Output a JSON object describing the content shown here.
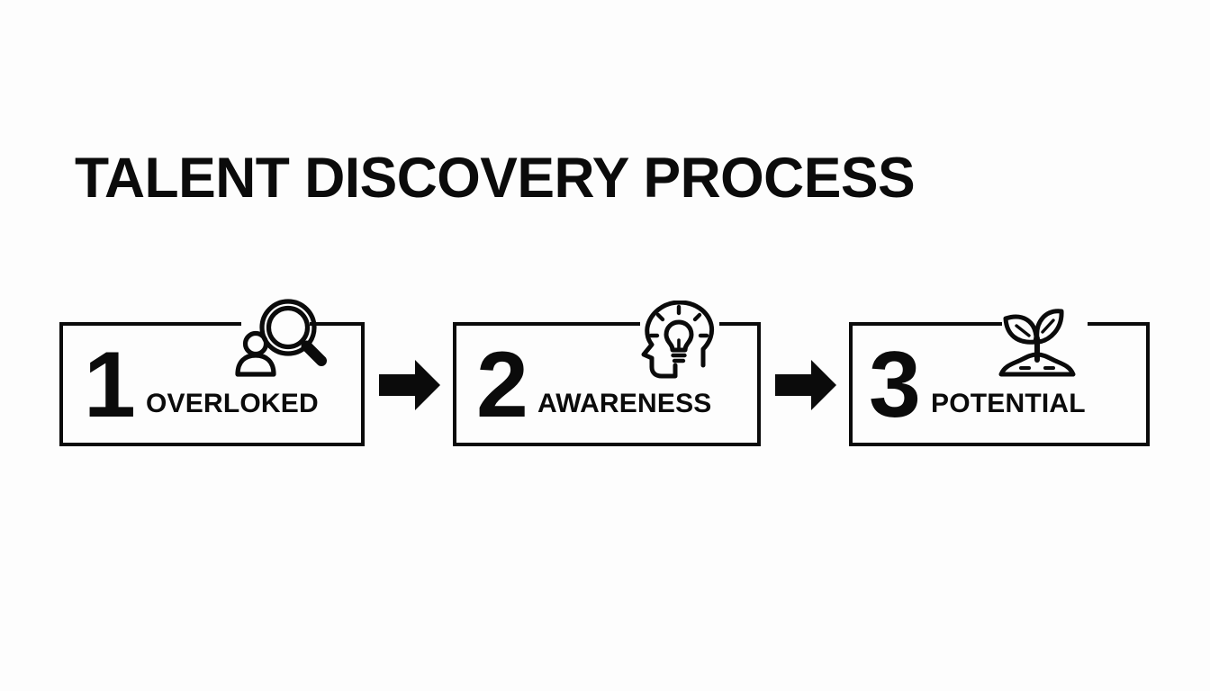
{
  "slide": {
    "title": "TALENT DISCOVERY PROCESS",
    "background_color": "#fdfdfd",
    "ink_color": "#0b0b0b"
  },
  "process": {
    "steps": [
      {
        "number": "1",
        "label": "OVERLOKED",
        "icon": "person-magnifier-icon"
      },
      {
        "number": "2",
        "label": "AWARENESS",
        "icon": "head-lightbulb-icon"
      },
      {
        "number": "3",
        "label": "POTENTIAL",
        "icon": "sprout-soil-icon"
      }
    ],
    "connectors": [
      {
        "icon": "arrow-right-icon"
      },
      {
        "icon": "arrow-right-icon"
      }
    ]
  }
}
